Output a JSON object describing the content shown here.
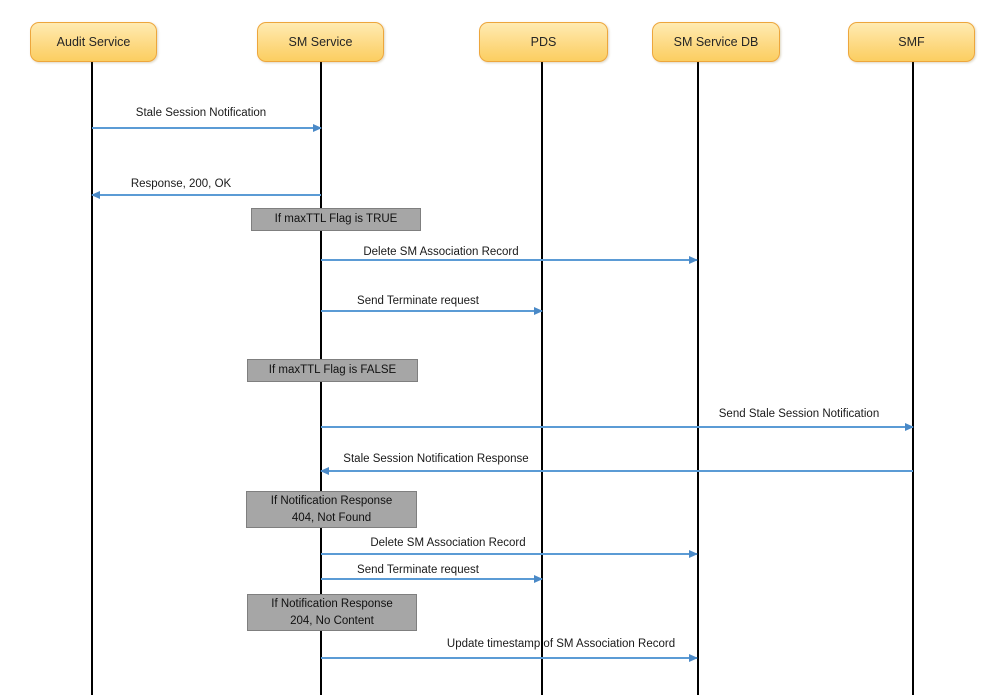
{
  "diagram": {
    "kind": "sequence-diagram",
    "colors": {
      "actor_fill_top": "#FFEBB2",
      "actor_fill_bottom": "#FBCE61",
      "actor_border": "#EDA63C",
      "condition_fill": "#A6A6A6",
      "condition_border": "#7F7F7F",
      "arrow": "#5B9BD5",
      "lifeline": "#000000",
      "background": "#FFFFFF"
    },
    "actors": [
      {
        "label": "Audit Service"
      },
      {
        "label": "SM Service"
      },
      {
        "label": "PDS"
      },
      {
        "label": "SM Service DB"
      },
      {
        "label": "SMF"
      }
    ],
    "messages": [
      {
        "label": "Stale Session Notification",
        "from": "Audit Service",
        "to": "SM Service"
      },
      {
        "label": "Response, 200, OK",
        "from": "SM Service",
        "to": "Audit Service"
      },
      {
        "label": "Delete SM Association Record",
        "from": "SM Service",
        "to": "SM Service DB"
      },
      {
        "label": "Send Terminate request",
        "from": "SM Service",
        "to": "PDS"
      },
      {
        "label": "Send Stale Session Notification",
        "from": "SM Service",
        "to": "SMF"
      },
      {
        "label": "Stale Session Notification Response",
        "from": "SMF",
        "to": "SM Service"
      },
      {
        "label": "Delete SM Association Record",
        "from": "SM Service",
        "to": "SM Service DB"
      },
      {
        "label": "Send Terminate request",
        "from": "SM Service",
        "to": "PDS"
      },
      {
        "label": "Update timestamp of SM Association Record",
        "from": "SM Service",
        "to": "SM Service DB"
      }
    ],
    "conditions": [
      {
        "line1": "If maxTTL Flag is TRUE"
      },
      {
        "line1": "If maxTTL Flag is FALSE"
      },
      {
        "line1": "If Notification Response",
        "line2": "404, Not Found"
      },
      {
        "line1": "If Notification Response",
        "line2": "204, No Content"
      }
    ]
  }
}
